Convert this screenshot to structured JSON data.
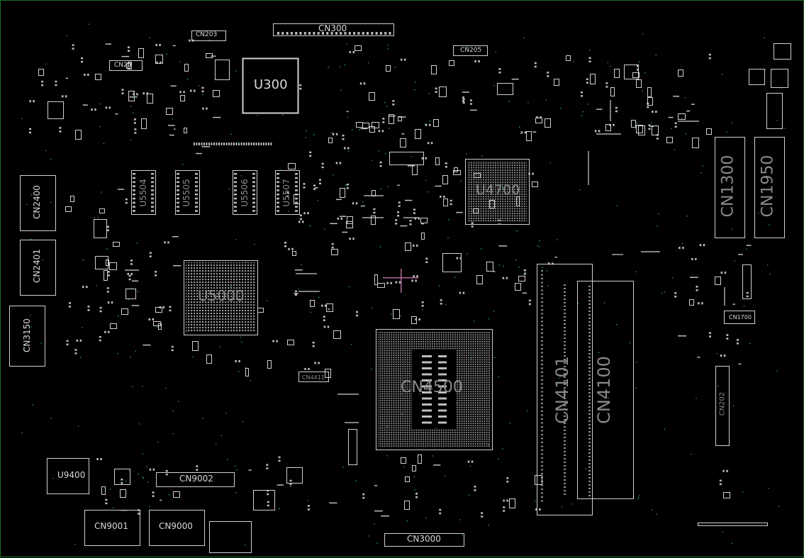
{
  "board": {
    "border_color": "#1e6a1e",
    "outline_color": "#d0d0d0",
    "pad_color": "#bdbdbd",
    "via_color": "#2aa6a6",
    "labels": {
      "cn300": "CN300",
      "cn203": "CN203",
      "cn20": "CN20",
      "u300": "U300",
      "cn205": "CN205",
      "cn2400": "CN2400",
      "cn2401": "CN2401",
      "cn3150": "CN3150",
      "u5504": "U5504",
      "u5505": "U5505",
      "u5506": "U5506",
      "u5507": "U5507",
      "u5000": "U5000",
      "u4700": "U4700",
      "cn4500": "CN4500",
      "cn4101": "CN4101",
      "cn4100": "CN4100",
      "cn1300": "CN1300",
      "cn1950": "CN1950",
      "cn1700": "CN1700",
      "cn202": "CN202",
      "u9400": "U9400",
      "cn9002": "CN9002",
      "cn9001": "CN9001",
      "cn9000": "CN9000",
      "cn3000": "CN3000",
      "cn4411": "CN4411"
    }
  }
}
